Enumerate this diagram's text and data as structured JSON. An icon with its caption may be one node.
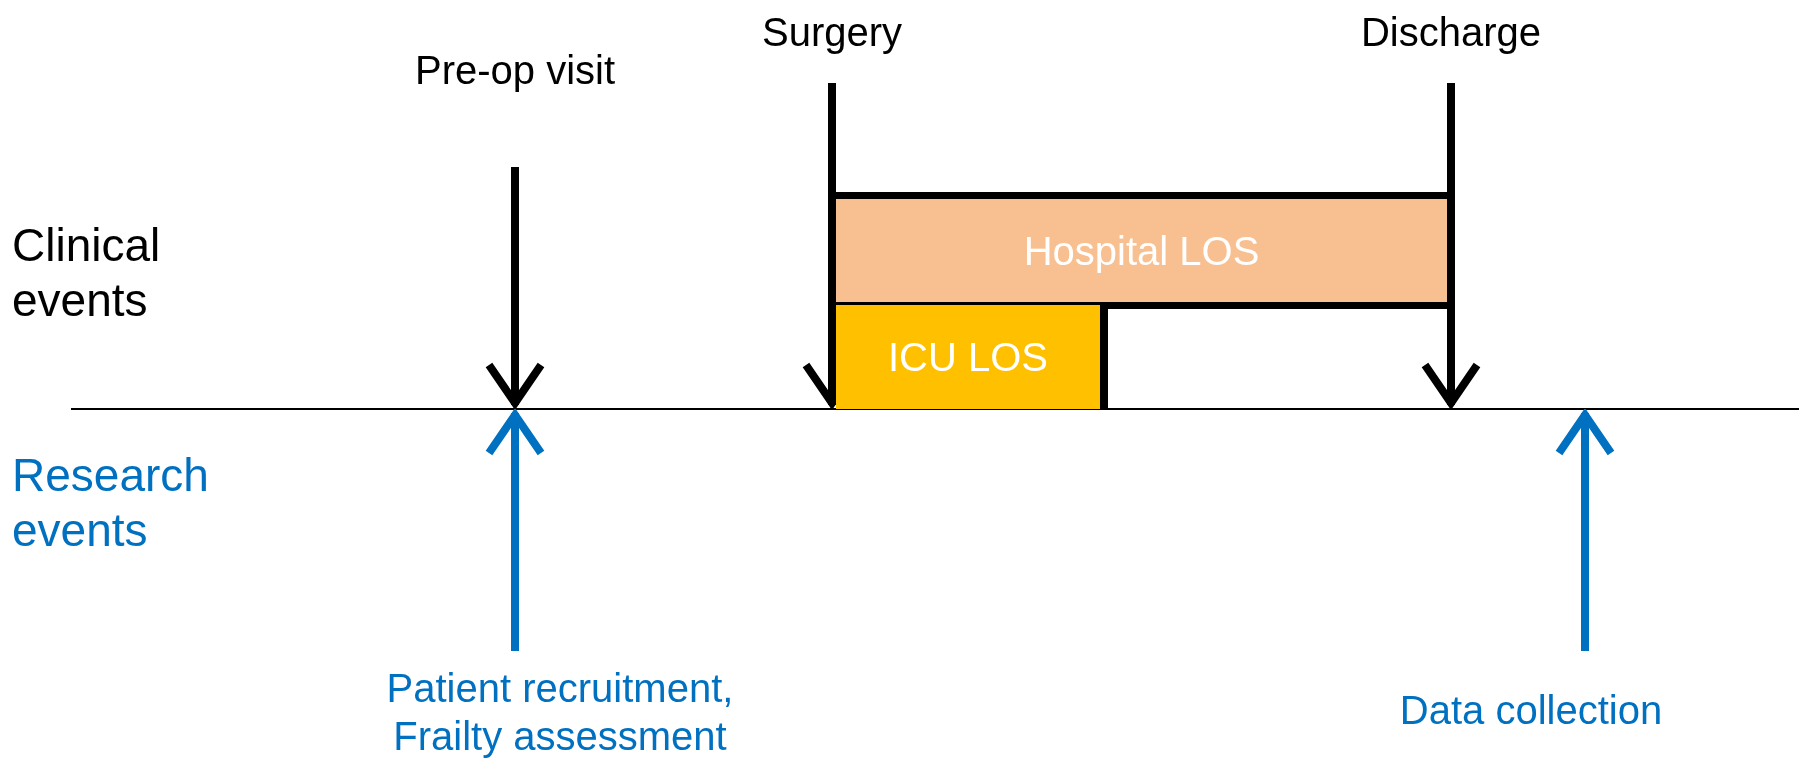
{
  "diagram": {
    "nodes": [
      {
        "text": [
          "Pre-op visit"
        ]
      },
      {
        "text": [
          "Surgery"
        ]
      },
      {
        "text": [
          "Discharge"
        ]
      },
      {
        "text": [
          "Hospital LOS"
        ]
      },
      {
        "text": [
          "ICU LOS"
        ]
      },
      {
        "text": [
          "Patient recruitment, Frailty assessment"
        ]
      },
      {
        "text": [
          "Data collection"
        ]
      }
    ],
    "edges": [
      {
        "from": 0,
        "to": null,
        "arrow": "to"
      },
      {
        "from": 1,
        "to": 4,
        "arrow": "to"
      },
      {
        "from": 2,
        "to": null,
        "arrow": "to"
      },
      {
        "from": 5,
        "to": null,
        "arrow": "to",
        "color": "#0070c0"
      },
      {
        "from": 6,
        "to": null,
        "arrow": "to",
        "color": "#0070c0"
      }
    ],
    "labels": [
      "Clinical events",
      "Research events"
    ]
  }
}
